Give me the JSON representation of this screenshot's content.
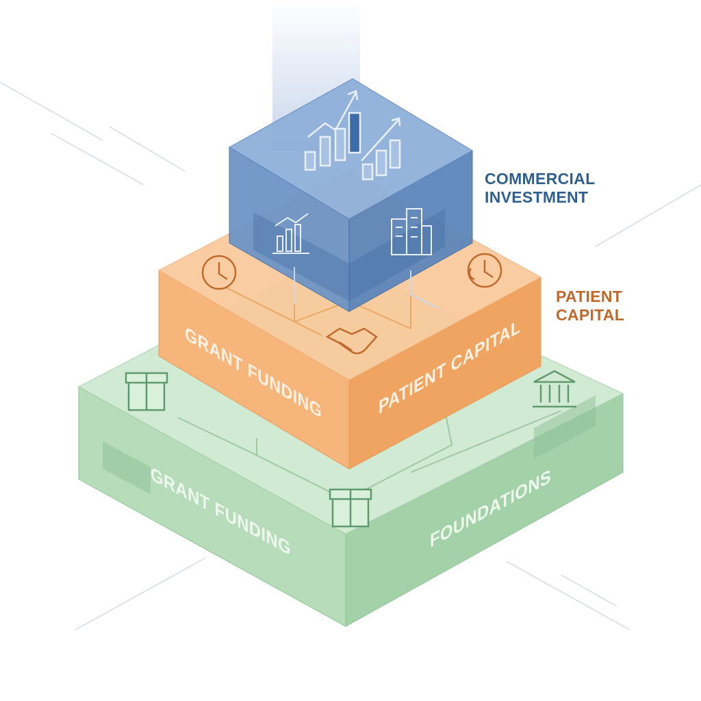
{
  "tiers": [
    {
      "id": "commercial",
      "label": "COMMERCIAL INVESTMENT",
      "label_lines": [
        "COMMERCIAL",
        "INVESTMENT"
      ],
      "color": "#2f5f8f",
      "fill": "#4f7fb8",
      "icons": [
        "growth-chart-icon",
        "bar-chart-icon",
        "rising-bars-icon",
        "office-building-icon"
      ]
    },
    {
      "id": "patient",
      "label": "PATIENT CAPITAL",
      "label_lines": [
        "PATIENT",
        "CAPITAL"
      ],
      "color": "#c0692a",
      "fill": "#f2a766",
      "face_left": "GRANT FUNDING",
      "face_right": "PATIENT CAPITAL",
      "icons": [
        "clock-icon",
        "handshake-icon",
        "clock-refresh-icon"
      ]
    },
    {
      "id": "foundation",
      "face_left": "GRANT FUNDING",
      "face_right": "FOUNDATIONS",
      "color": "#5f9a6c",
      "fill": "#a9d9b0",
      "icons": [
        "gift-icon",
        "bank-icon",
        "gift-icon"
      ]
    }
  ]
}
